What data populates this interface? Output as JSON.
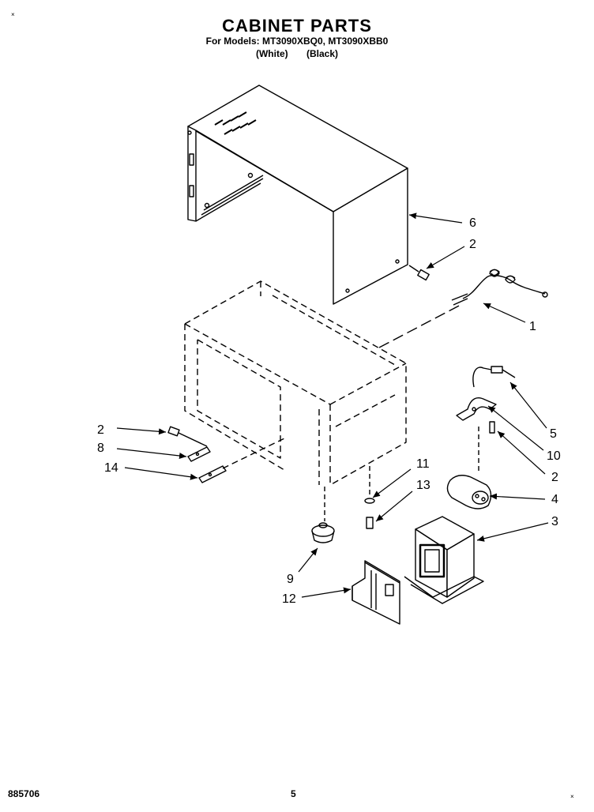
{
  "header": {
    "title": "CABINET PARTS",
    "models_line": "For Models: MT3090XBQ0, MT3090XBB0",
    "color_white": "(White)",
    "color_black": "(Black)"
  },
  "footer": {
    "doc_number": "885706",
    "page_number": "5"
  },
  "callouts": {
    "c1": "1",
    "c2": "2",
    "c3": "3",
    "c4": "4",
    "c5": "5",
    "c6": "6",
    "c8": "8",
    "c9": "9",
    "c10": "10",
    "c11": "11",
    "c12": "12",
    "c13": "13",
    "c14": "14"
  }
}
